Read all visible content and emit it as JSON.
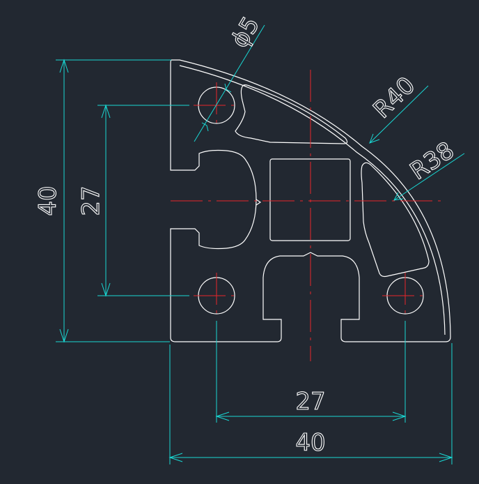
{
  "drawing": {
    "colors": {
      "background": "#222831",
      "outline": "#ffffff",
      "centerline": "#e8262a",
      "dimension": "#19d8d4"
    },
    "dimensions": {
      "hole_diameter": "ϕ5",
      "outer_radius": "R40",
      "inner_radius": "R38",
      "overall_height": "40",
      "hole_pitch_vertical": "27",
      "hole_pitch_horizontal": "27",
      "overall_width": "40"
    }
  }
}
